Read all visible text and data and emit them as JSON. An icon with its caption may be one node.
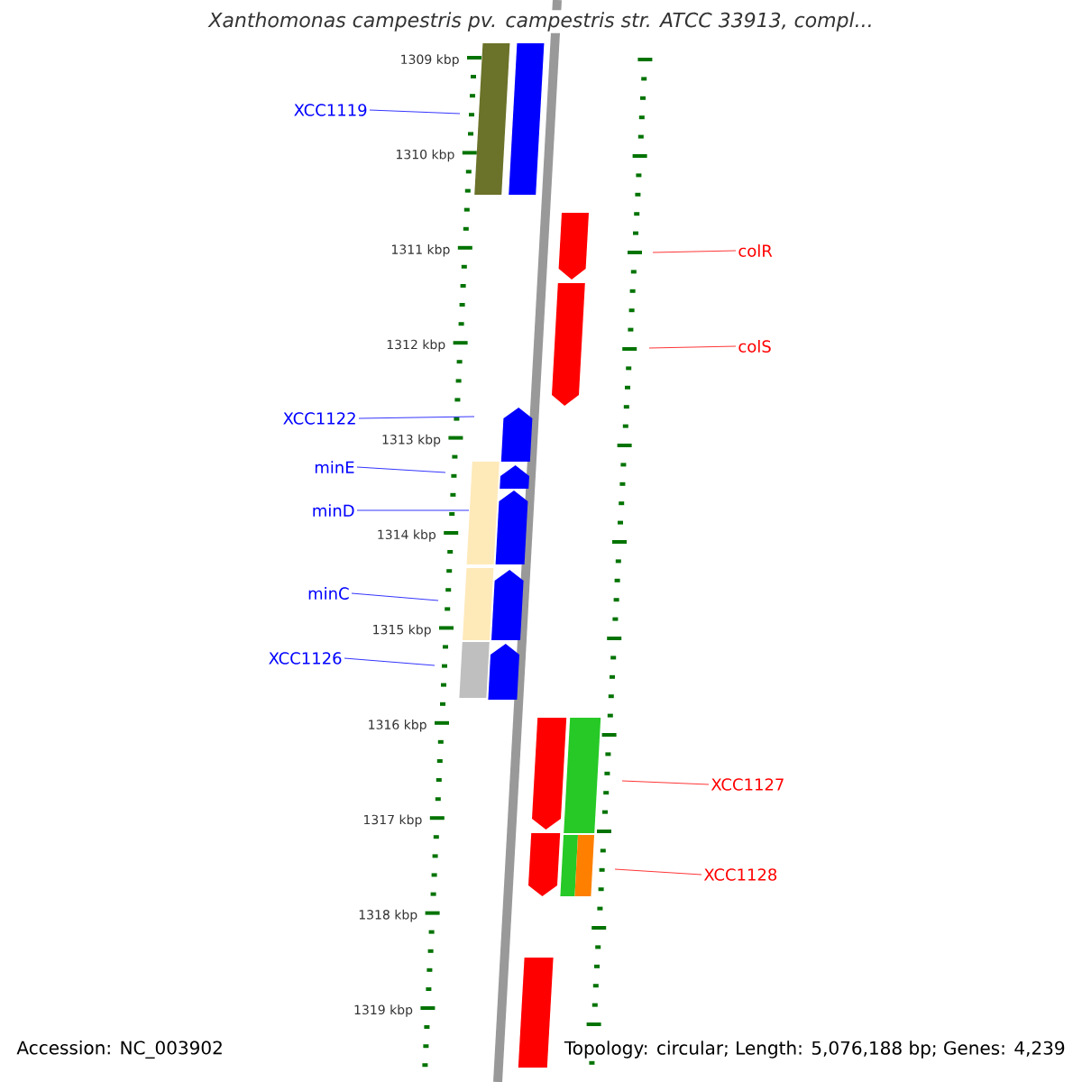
{
  "diagram": {
    "title": "Xanthomonas campestris pv. campestris str. ATCC 33913, compl...",
    "nodes": [
      {
        "text": [
          "XCC1119"
        ]
      },
      {
        "text": [
          "colR"
        ]
      },
      {
        "text": [
          "colS"
        ]
      },
      {
        "text": [
          "XCC1122"
        ]
      },
      {
        "text": [
          "minE"
        ]
      },
      {
        "text": [
          "minD"
        ]
      },
      {
        "text": [
          "minC"
        ]
      },
      {
        "text": [
          "XCC1126"
        ]
      },
      {
        "text": [
          "XCC1127"
        ]
      },
      {
        "text": [
          "XCC1128"
        ]
      }
    ],
    "edges": [
      {
        "from": 0,
        "to": null,
        "arrow": "none"
      },
      {
        "from": 1,
        "to": null,
        "arrow": "none",
        "color": "#ff0000"
      },
      {
        "from": 2,
        "to": null,
        "arrow": "none",
        "color": "#ff0000"
      },
      {
        "from": 3,
        "to": null,
        "arrow": "none"
      },
      {
        "from": 4,
        "to": null,
        "arrow": "none"
      },
      {
        "from": 5,
        "to": null,
        "arrow": "none"
      },
      {
        "from": 6,
        "to": null,
        "arrow": "none"
      },
      {
        "from": 7,
        "to": null,
        "arrow": "none"
      },
      {
        "from": 8,
        "to": null,
        "arrow": "none",
        "color": "#ff0000"
      },
      {
        "from": 9,
        "to": null,
        "arrow": "none",
        "color": "#ff0000"
      }
    ],
    "labels": [
      "1309 kbp",
      "1310 kbp",
      "1311 kbp",
      "1312 kbp",
      "1313 kbp",
      "1314 kbp",
      "1315 kbp",
      "1316 kbp",
      "1317 kbp",
      "1318 kbp",
      "1319 kbp",
      "Accession: NC_003902",
      "Topology: circular; Length: 5,076,188 bp; Genes: 4,239"
    ]
  }
}
